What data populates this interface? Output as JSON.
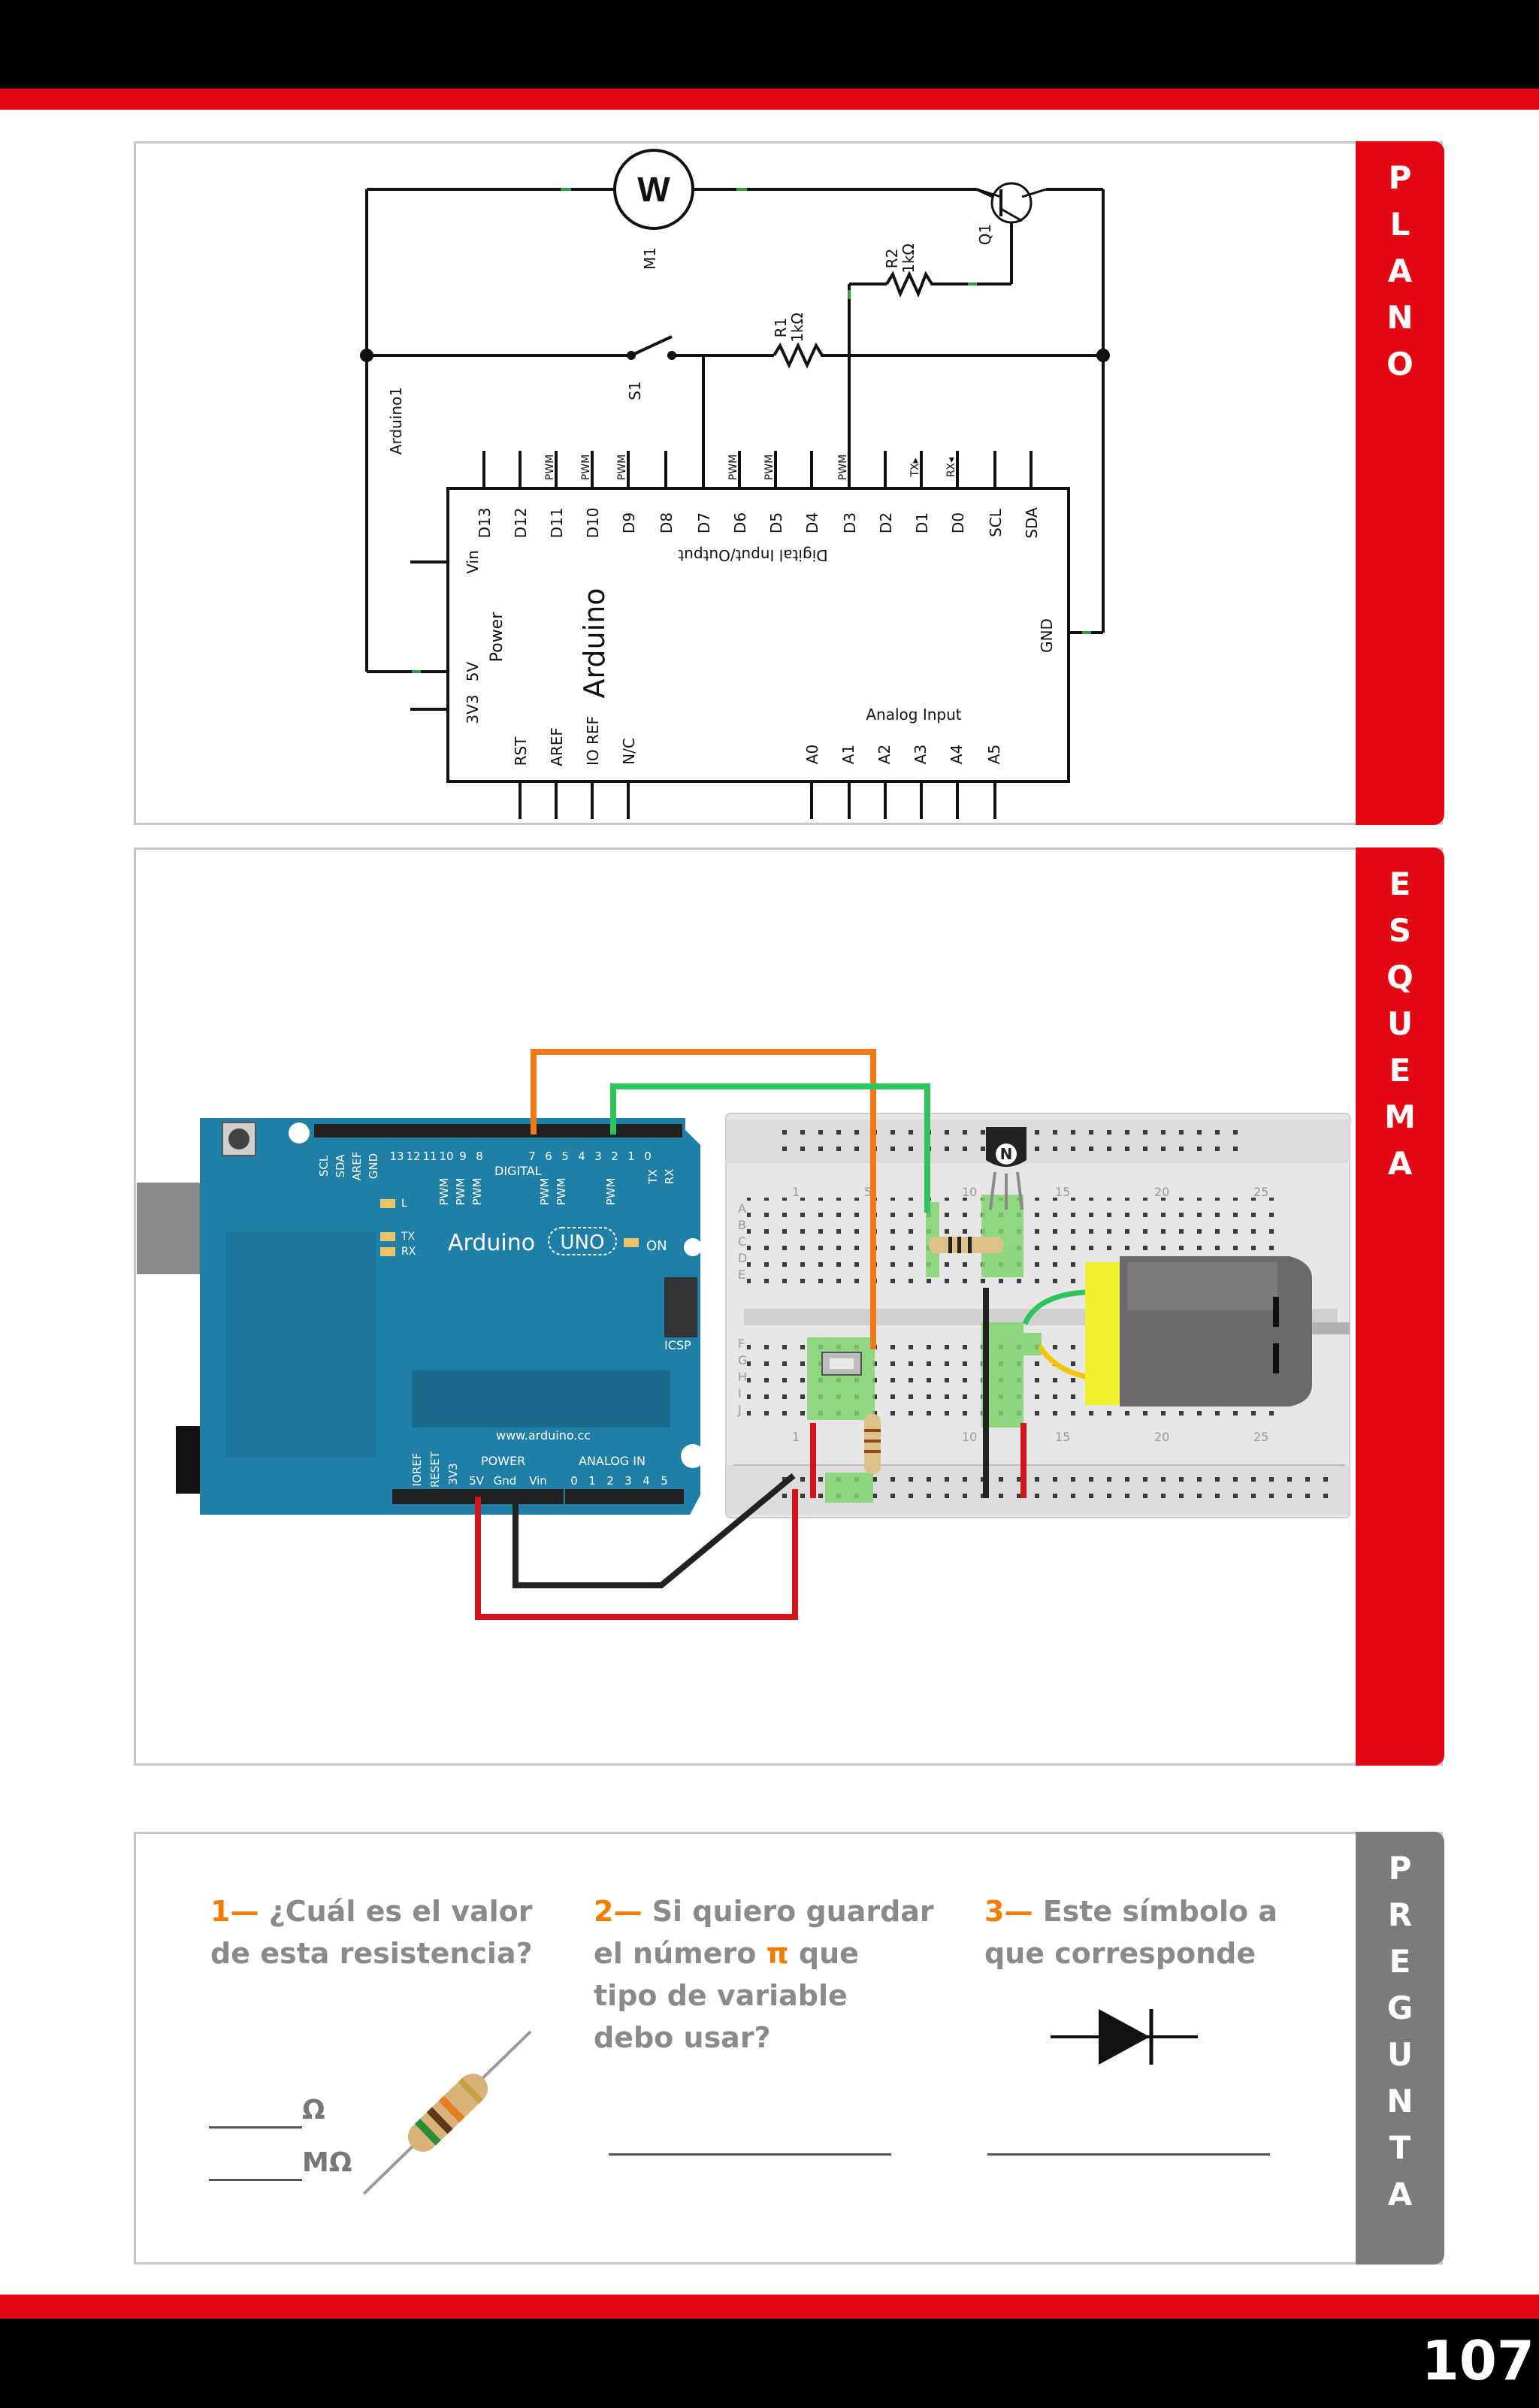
{
  "page_number": "107",
  "tabs": {
    "plano": [
      "P",
      "L",
      "A",
      "N",
      "O"
    ],
    "esquema": [
      "E",
      "S",
      "Q",
      "U",
      "E",
      "M",
      "A"
    ],
    "pregunta": [
      "P",
      "R",
      "E",
      "G",
      "U",
      "N",
      "T",
      "A"
    ]
  },
  "schematic": {
    "motor_symbol": "W",
    "motor_label": "M1",
    "transistor_label": "Q1",
    "switch_label": "S1",
    "r1_name": "R1",
    "r1_value": "1kΩ",
    "r2_name": "R2",
    "r2_value": "1kΩ",
    "board_ref": "Arduino1",
    "board_name": "Arduino",
    "power_label": "Power",
    "digital_label": "Digital Input/Output",
    "analog_label": "Analog Input",
    "left_pins": [
      "Vin",
      "5V",
      "3V3"
    ],
    "bottom_left_pins": [
      "RST",
      "AREF",
      "IO REF",
      "N/C"
    ],
    "analog_pins": [
      "A0",
      "A1",
      "A2",
      "A3",
      "A4",
      "A5"
    ],
    "digital_pins": [
      "D13",
      "D12",
      "D11",
      "D10",
      "D9",
      "D8",
      "D7",
      "D6",
      "D5",
      "D4",
      "D3",
      "D2",
      "D1",
      "D0",
      "SCL",
      "SDA"
    ],
    "pin_tags": [
      "PWM",
      "PWM",
      "PWM",
      "PWM",
      "PWM",
      "PWM",
      "TX▸",
      "RX◂"
    ],
    "gnd_label": "GND"
  },
  "breadboard": {
    "board_name": "Arduino",
    "board_model": "UNO",
    "website": "www.arduino.cc",
    "on_label": "ON",
    "icsp_label": "ICSP",
    "digital_label": "DIGITAL",
    "power_label": "POWER",
    "analog_in_label": "ANALOG IN",
    "led_labels": [
      "L",
      "TX",
      "RX"
    ],
    "top_header_labels": [
      "SCL",
      "SDA",
      "AREF",
      "GND",
      "13",
      "12",
      "11",
      "10",
      "9",
      "8",
      "7",
      "6",
      "5",
      "4",
      "3",
      "2",
      "1",
      "0"
    ],
    "pwm_label": "PWM",
    "tx_label": "TX",
    "rx_label": "RX",
    "power_pins": [
      "IOREF",
      "RESET",
      "3V3",
      "5V",
      "Gnd",
      "Vin"
    ],
    "analog_pins": [
      "0",
      "1",
      "2",
      "3",
      "4",
      "5"
    ],
    "transistor_letter": "N",
    "column_numbers": [
      "1",
      "5",
      "10",
      "15",
      "20",
      "25"
    ],
    "row_letters": [
      "A",
      "B",
      "C",
      "D",
      "E",
      "F",
      "G",
      "H",
      "I",
      "J"
    ]
  },
  "questions": {
    "q1_num": "1—",
    "q1_text_a": "¿Cuál es el valor",
    "q1_text_b": "de esta resistencia?",
    "q1_unit_ohm": "Ω",
    "q1_unit_mohm": "MΩ",
    "q2_num": "2—",
    "q2_text_a": "Si quiero guardar",
    "q2_text_b": "el número",
    "q2_pi": "π",
    "q2_text_c": "que",
    "q2_text_d": "tipo de variable",
    "q2_text_e": "debo usar?",
    "q3_num": "3—",
    "q3_text_a": "Este símbolo a",
    "q3_text_b": "que corresponde"
  },
  "colors": {
    "accent_red": "#e30613",
    "tab_grey": "#7b7b7b",
    "arduino_blue": "#1f7fa6",
    "question_orange": "#ef7d00"
  }
}
